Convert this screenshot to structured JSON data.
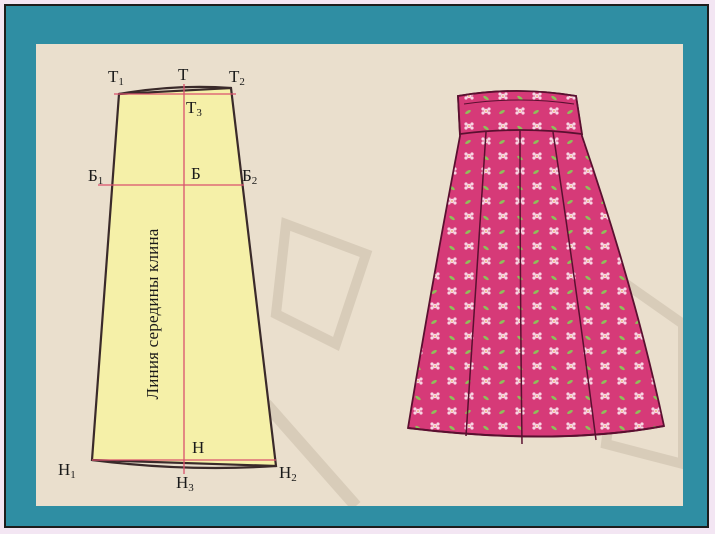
{
  "diagram": {
    "labels": {
      "t": "Т",
      "t1": "Т",
      "t1_sub": "1",
      "t2": "Т",
      "t2_sub": "2",
      "t3": "Т",
      "t3_sub": "3",
      "b": "Б",
      "b1": "Б",
      "b1_sub": "1",
      "b2": "Б",
      "b2_sub": "2",
      "n": "Н",
      "n1": "Н",
      "n1_sub": "1",
      "n2": "Н",
      "n2_sub": "2",
      "n3": "Н",
      "n3_sub": "3",
      "center_line": "Линия середины клина"
    }
  },
  "colors": {
    "slide_background": "#2f8ea3",
    "page_background": "#f3e6f3",
    "pattern_fill": "#f5f0a8",
    "guide_line": "#d9526d",
    "skirt_fill": "#d63a78"
  },
  "illustration": {
    "subject": "flared-skirt",
    "pattern": "floral"
  }
}
